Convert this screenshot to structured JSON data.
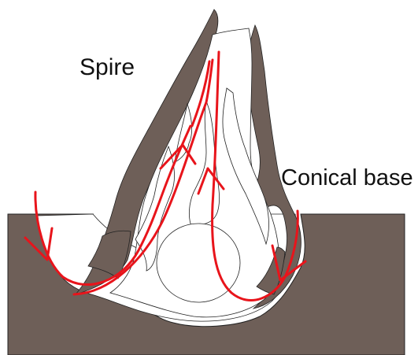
{
  "labels": {
    "spire": "Spire",
    "conical_base": "Conical base"
  },
  "colors": {
    "sediment": "#6e5f58",
    "wall": "#6e5f58",
    "cavity": "#ffffff",
    "outline": "#222222",
    "flow_arrow": "#e8141b",
    "text": "#111111"
  },
  "icons": {
    "flow_arrows": "red-curved-flow-arrows"
  }
}
